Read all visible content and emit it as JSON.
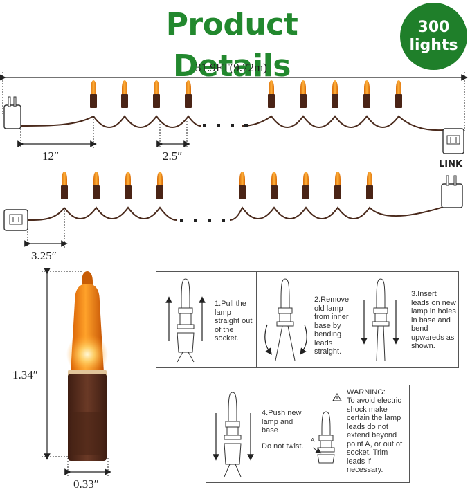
{
  "header": {
    "title": "Product Details"
  },
  "badge": {
    "line1": "300",
    "line2": "lights"
  },
  "dimensions": {
    "total_length": "31.9FT(9.72m)",
    "lead_length": "12″",
    "bulb_spacing": "2.5″",
    "tail_length": "3.25″",
    "bulb_height": "1.34″",
    "bulb_width": "0.33″"
  },
  "connector": {
    "link_label": "LINK"
  },
  "steps": [
    {
      "id": "1",
      "text": "1.Pull the lamp straight out of the socket."
    },
    {
      "id": "2",
      "text": "2.Remove old lamp from inner base by bending leads straight."
    },
    {
      "id": "3",
      "text": "3.Insert leads on new lamp in holes in base and bend upwareds as shown."
    },
    {
      "id": "4a",
      "text": "4.Push new lamp and base"
    },
    {
      "id": "4b",
      "text": "Do not twist."
    }
  ],
  "warning": {
    "heading": "WARNING:",
    "text": "To avoid electric shock make certain the lamp leads do not extend beyond point A, or out of socket. Trim leads if necessary.",
    "point_label": "A"
  },
  "colors": {
    "title_green": "#22882e",
    "badge_green": "#1f7f2a",
    "bulb_amber": "#f0900c",
    "socket_brown": "#5a2e1e",
    "wire_brown": "#4a2a1c"
  }
}
